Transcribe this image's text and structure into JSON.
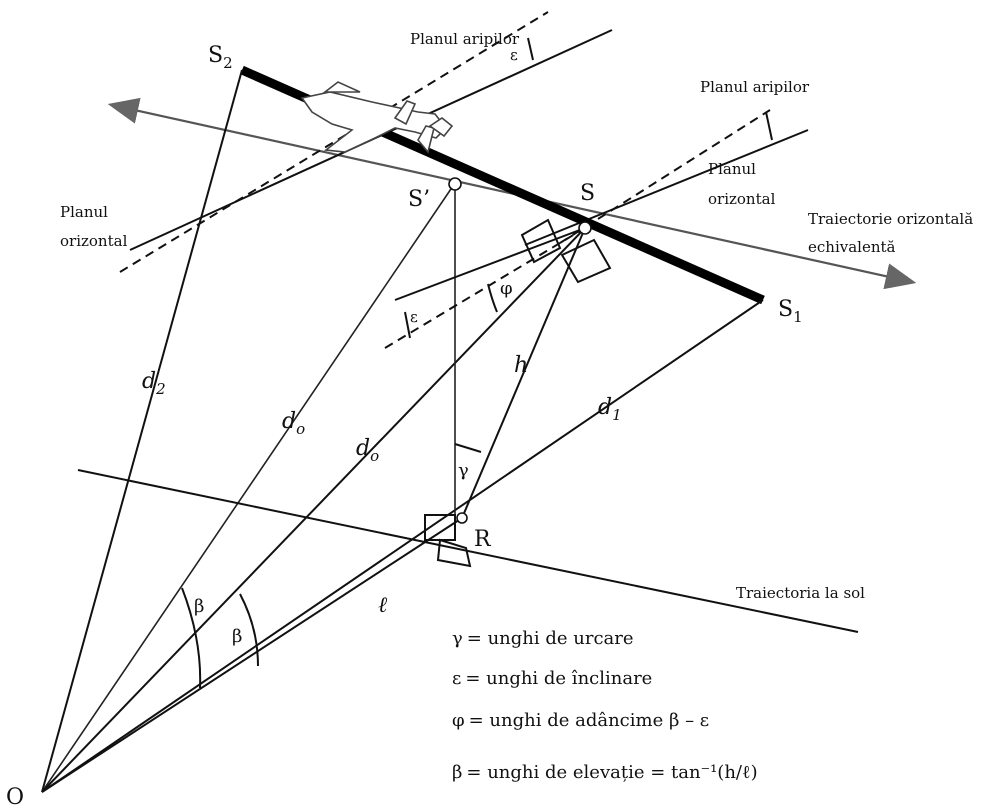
{
  "points": {
    "S2": "S",
    "S2_sub": "2",
    "S1": "S",
    "S1_sub": "1",
    "S": "S",
    "S_prime": "S’",
    "R": "R",
    "O": "O"
  },
  "distances": {
    "d2": "d",
    "d2_sub": "2",
    "d0_left": "d",
    "d0_left_sub": "o",
    "d0_mid": "d",
    "d0_mid_sub": "o",
    "d1": "d",
    "d1_sub": "1",
    "h": "h",
    "l": "ℓ"
  },
  "angles": {
    "gamma": "γ",
    "eps_top": "ε",
    "eps_mid": "ε",
    "phi": "φ",
    "beta_left": "β",
    "beta_right": "β"
  },
  "plane_labels": {
    "wing_plane_top": "Planul aripilor",
    "wing_plane_right": "Planul aripilor",
    "horizontal_plane_left_line1": "Planul",
    "horizontal_plane_left_line2": "orizontal",
    "horizontal_plane_right_line1": "Planul",
    "horizontal_plane_right_line2": "orizontal",
    "equiv_traj_line1": "Traiectorie orizontală",
    "equiv_traj_line2": "echivalentă",
    "ground_traj": "Traiectoria la sol"
  },
  "legend": [
    {
      "symbol": "γ",
      "text": "= unghi de urcare"
    },
    {
      "symbol": "ε",
      "text": "= unghi de înclinare"
    },
    {
      "symbol": "φ",
      "text": "= unghi de adâncime β – ε"
    },
    {
      "symbol": "β",
      "text": "= unghi de elevație = tan⁻¹(h/ℓ)"
    }
  ]
}
